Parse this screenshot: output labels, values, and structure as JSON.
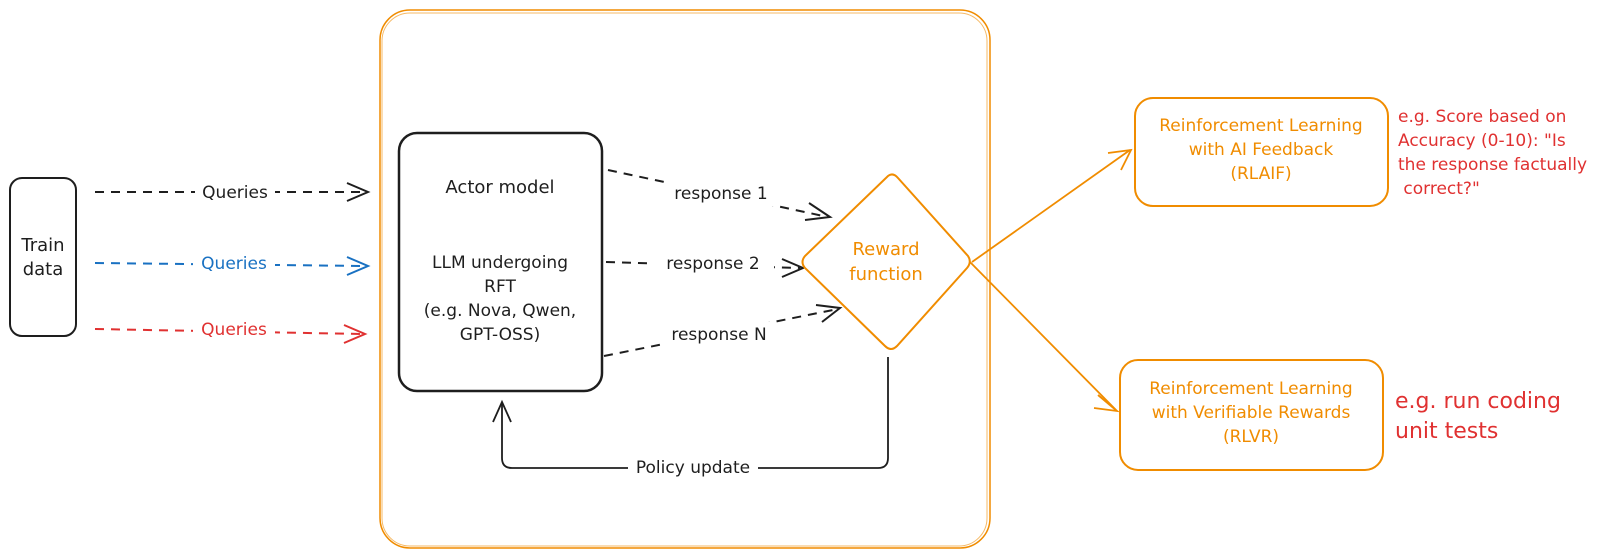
{
  "train_data": {
    "line1": "Train",
    "line2": "data"
  },
  "queries": [
    {
      "label": "Queries",
      "color": "#1e1e1e"
    },
    {
      "label": "Queries",
      "color": "#1971c2"
    },
    {
      "label": "Queries",
      "color": "#e03131"
    }
  ],
  "actor": {
    "title": "Actor model",
    "line1": "LLM undergoing",
    "line2": "RFT",
    "line3": "(e.g. Nova, Qwen,",
    "line4": "GPT-OSS)"
  },
  "responses": [
    "response 1",
    "response 2",
    "response N"
  ],
  "reward": {
    "line1": "Reward",
    "line2": "function"
  },
  "policy_update": "Policy update",
  "rlaif": {
    "line1": "Reinforcement Learning",
    "line2": "with AI Feedback",
    "line3": "(RLAIF)"
  },
  "rlvr": {
    "line1": "Reinforcement Learning",
    "line2": "with Verifiable Rewards",
    "line3": "(RLVR)"
  },
  "rlaif_note": {
    "line1": "e.g. Score based on",
    "line2": "Accuracy (0-10): \"Is",
    "line3": "the response factually",
    "line4": " correct?\""
  },
  "rlvr_note": {
    "line1": "e.g. run coding",
    "line2": "unit tests"
  },
  "colors": {
    "orange": "#f08c00",
    "red": "#e03131",
    "blue": "#1971c2",
    "ink": "#1e1e1e"
  }
}
